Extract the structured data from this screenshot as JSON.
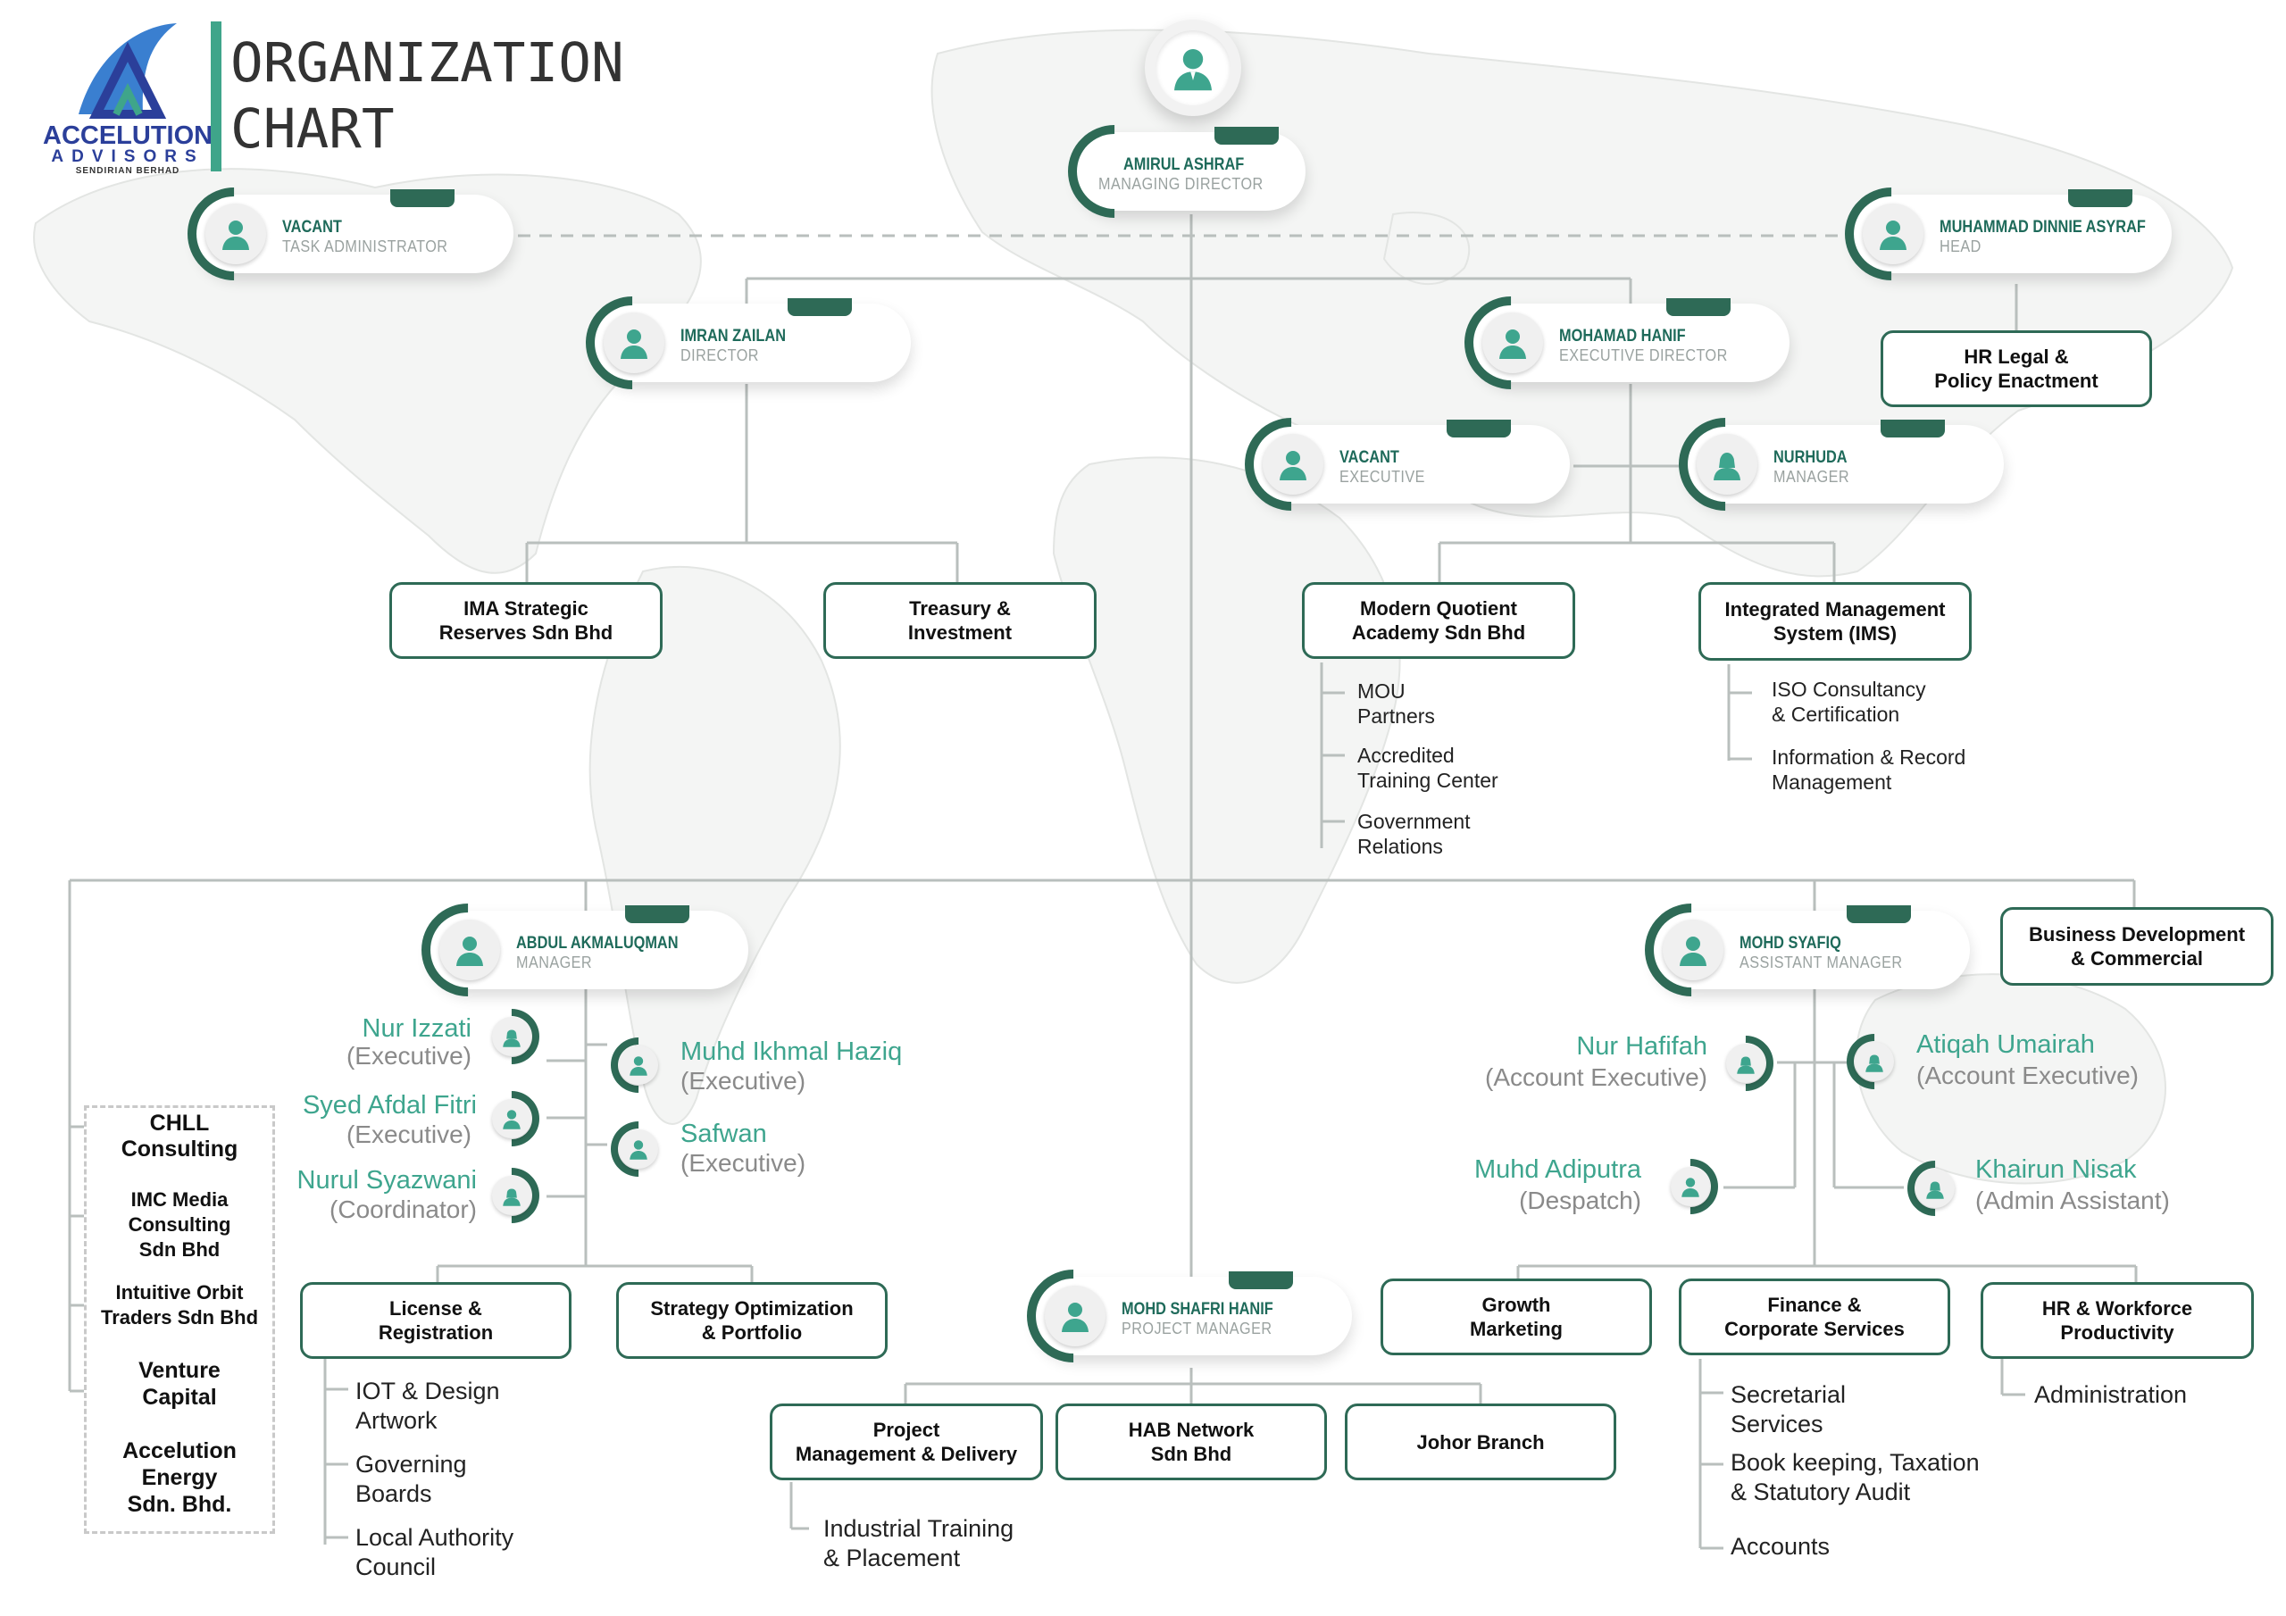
{
  "logo": {
    "line1": "ACCELUTION",
    "line2": "ADVISORS",
    "line3": "SENDIRIAN BERHAD"
  },
  "title": {
    "line1": "ORGANIZATION",
    "line2": "CHART"
  },
  "colors": {
    "primary": "#2e6a56",
    "accent": "#3ea58e",
    "muted": "#9aa2a0"
  },
  "people": {
    "md": {
      "name": "AMIRUL ASHRAF",
      "role": "MANAGING DIRECTOR"
    },
    "task_admin": {
      "name": "VACANT",
      "role": "TASK ADMINISTRATOR"
    },
    "head": {
      "name": "MUHAMMAD DINNIE ASYRAF",
      "role": "HEAD"
    },
    "director": {
      "name": "IMRAN ZAILAN",
      "role": "DIRECTOR"
    },
    "exec_director": {
      "name": "MOHAMAD HANIF",
      "role": "EXECUTIVE DIRECTOR"
    },
    "executive": {
      "name": "VACANT",
      "role": "EXECUTIVE"
    },
    "manager_nurhuda": {
      "name": "NURHUDA",
      "role": "MANAGER"
    },
    "manager_abdul": {
      "name": "ABDUL AKMALUQMAN",
      "role": "MANAGER"
    },
    "asst_manager": {
      "name": "MOHD SYAFIQ",
      "role": "ASSISTANT MANAGER"
    },
    "project_manager": {
      "name": "MOHD SHAFRI HANIF",
      "role": "PROJECT MANAGER"
    }
  },
  "units": {
    "hr_legal": "HR Legal &\nPolicy Enactment",
    "ima": "IMA Strategic\nReserves Sdn Bhd",
    "treasury": "Treasury &\nInvestment",
    "mqa": "Modern Quotient\nAcademy Sdn Bhd",
    "ims": "Integrated Management\nSystem (IMS)",
    "bizdev": "Business Development\n& Commercial",
    "license": "License &\nRegistration",
    "strategy": "Strategy Optimization\n& Portfolio",
    "growth": "Growth\nMarketing",
    "finance": "Finance &\nCorporate Services",
    "hr_workforce": "HR & Workforce\nProductivity",
    "project_mgmt": "Project\nManagement & Delivery",
    "hab": "HAB Network\nSdn Bhd",
    "johor": "Johor Branch"
  },
  "subitems": {
    "mqa": [
      "MOU\nPartners",
      "Accredited\nTraining Center",
      "Government\nRelations"
    ],
    "ims": [
      "ISO Consultancy\n& Certification",
      "Information & Record\nManagement"
    ],
    "license": [
      "IOT & Design\nArtwork",
      "Governing\nBoards",
      "Local Authority\nCouncil"
    ],
    "finance": [
      "Secretarial\nServices",
      "Book keeping, Taxation\n& Statutory Audit",
      "Accounts"
    ],
    "hr_workforce": [
      "Administration"
    ],
    "project_mgmt": [
      "Industrial Training\n& Placement"
    ]
  },
  "staff": {
    "nur_izzati": {
      "name": "Nur Izzati",
      "role": "(Executive)"
    },
    "syed_afdal": {
      "name": "Syed Afdal Fitri",
      "role": "(Executive)"
    },
    "nurul_syazwani": {
      "name": "Nurul Syazwani",
      "role": "(Coordinator)"
    },
    "muhd_ikhmal": {
      "name": "Muhd Ikhmal Haziq",
      "role": "(Executive)"
    },
    "safwan": {
      "name": "Safwan",
      "role": "(Executive)"
    },
    "nur_hafifah": {
      "name": "Nur Hafifah",
      "role": "(Account Executive)"
    },
    "atiqah": {
      "name": "Atiqah Umairah",
      "role": "(Account Executive)"
    },
    "muhd_adiputra": {
      "name": "Muhd Adiputra",
      "role": "(Despatch)"
    },
    "khairun": {
      "name": "Khairun Nisak",
      "role": "(Admin Assistant)"
    }
  },
  "affiliates": {
    "chll": "CHLL\nConsulting",
    "imc": "IMC Media\nConsulting\nSdn Bhd",
    "intuitive": "Intuitive Orbit\nTraders Sdn Bhd",
    "venture": "Venture\nCapital",
    "energy": "Accelution\nEnergy\nSdn. Bhd."
  }
}
